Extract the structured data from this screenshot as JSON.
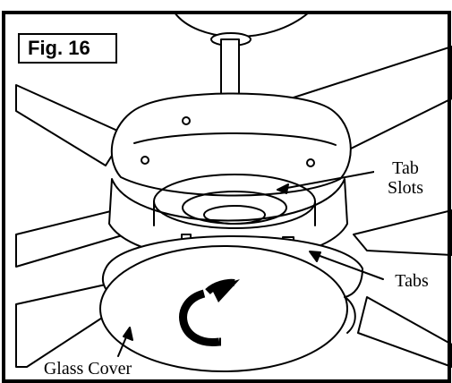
{
  "figure": {
    "label": "Fig. 16",
    "callouts": {
      "tab_slots": "Tab\nSlots",
      "tabs": "Tabs",
      "glass_cover": "Glass Cover"
    }
  },
  "colors": {
    "line": "#000000",
    "background": "#ffffff"
  },
  "icons": {
    "rotation_arrow": "clockwise-arrow-icon"
  }
}
